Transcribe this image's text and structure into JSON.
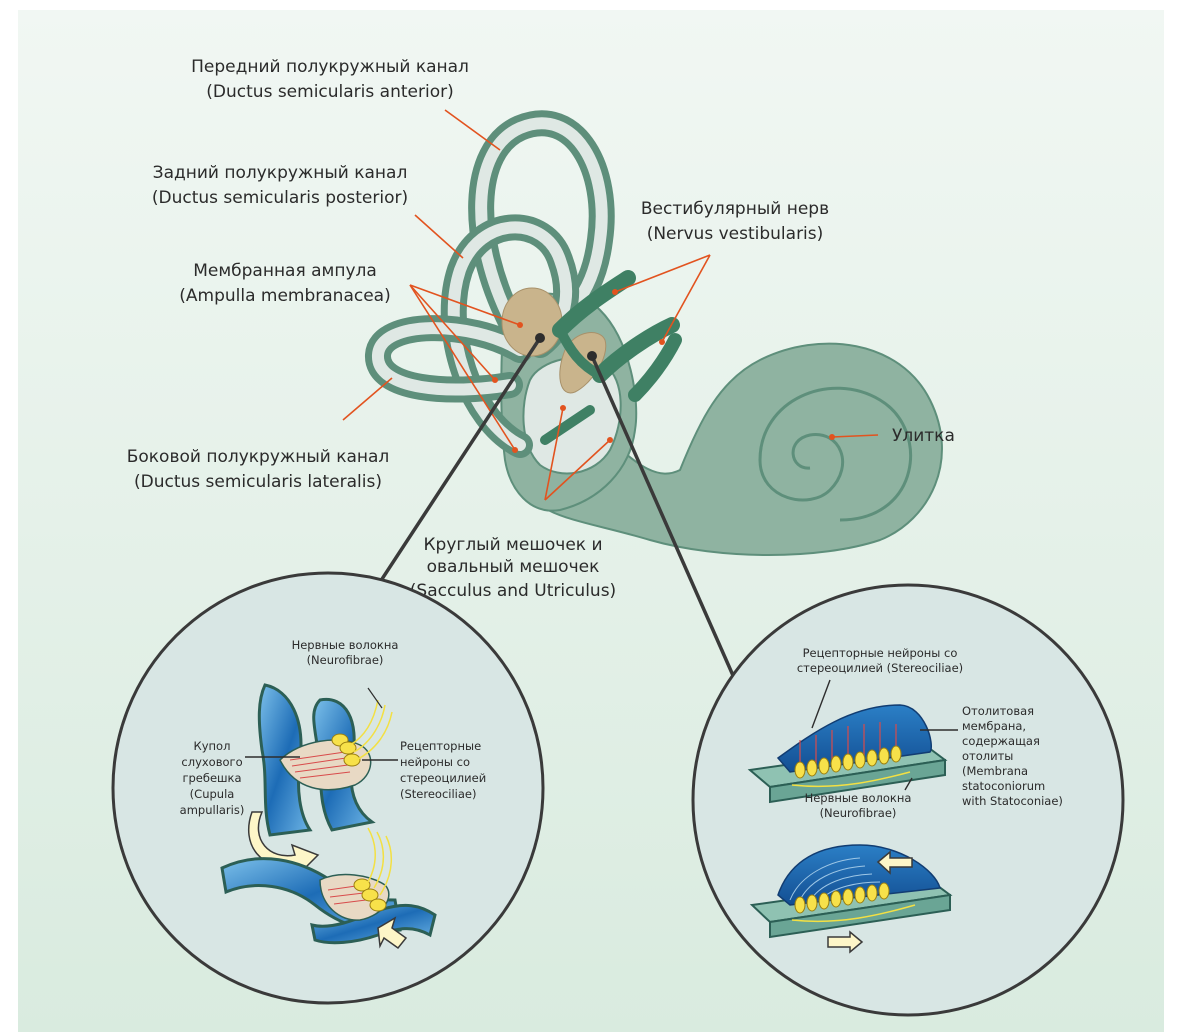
{
  "colors": {
    "background_top": "#f1f7f3",
    "background_bottom": "#d9ebdf",
    "canal_dark": "#5e8f7b",
    "canal_light": "#dfe8e4",
    "organ_green": "#8fb3a1",
    "nerve_green": "#3f8064",
    "ampulla_tan": "#c9b48c",
    "leader_orange": "#e2531f",
    "circle_fill": "#d8e6e4",
    "membrane_blue": "#1d6cb6",
    "cell_yellow": "#f7e14a",
    "fiber_yellow": "#f3e043",
    "stereocilia_red": "#d84b4b"
  },
  "labels": {
    "anterior": {
      "ru": "Передний полукружный канал",
      "lat": "(Ductus semicularis anterior)"
    },
    "posterior": {
      "ru": "Задний полукружный канал",
      "lat": "(Ductus semicularis posterior)"
    },
    "ampulla": {
      "ru": "Мембранная ампула",
      "lat": "(Ampulla membranacea)"
    },
    "lateral": {
      "ru": "Боковой полукружный канал",
      "lat": "(Ductus semicularis lateralis)"
    },
    "nerve": {
      "ru": "Вестибулярный нерв",
      "lat": "(Nervus vestibularis)"
    },
    "cochlea": {
      "ru": "Улитка"
    },
    "sacculus": {
      "line1": "Круглый мешочек и",
      "line2": "овальный мешочек",
      "lat": "(Sacculus and Utriculus)"
    }
  },
  "left_detail": {
    "fibers": {
      "line1": "Нервные волокна",
      "line2": "(Neurofibrae)"
    },
    "cupula": {
      "line1": "Купол",
      "line2": "слухового",
      "line3": "гребешка",
      "line4": "(Cupula",
      "line5": "ampullaris)"
    },
    "receptors": {
      "line1": "Рецепторные",
      "line2": "нейроны со",
      "line3": "стереоцилией",
      "line4": "(Stereociliae)"
    }
  },
  "right_detail": {
    "receptors": {
      "line1": "Рецепторные нейроны со",
      "line2": "стереоцилией (Stereociliae)"
    },
    "membrane": {
      "line1": "Отолитовая",
      "line2": "мембрана,",
      "line3": "содержащая",
      "line4": "отолиты",
      "line5": "(Membrana",
      "line6": "statoconiorum",
      "line7": "with Statoconiae)"
    },
    "fibers": {
      "line1": "Нервные волокна",
      "line2": "(Neurofibrae)"
    }
  }
}
